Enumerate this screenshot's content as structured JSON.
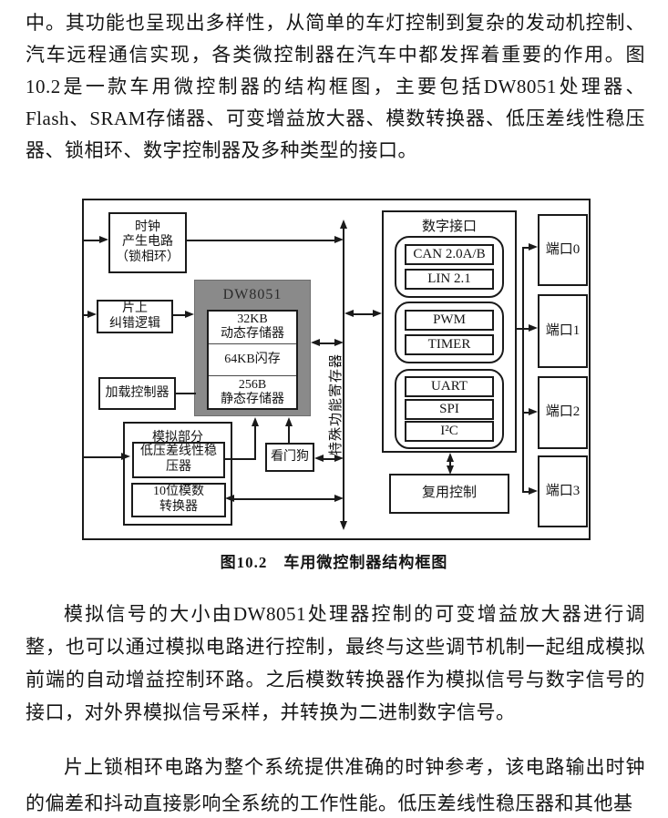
{
  "page": {
    "paragraph1": "中。其功能也呈现出多样性，从简单的车灯控制到复杂的发动机控制、汽车远程通信实现，各类微控制器在汽车中都发挥着重要的作用。图10.2是一款车用微控制器的结构框图，主要包括DW8051处理器、Flash、SRAM存储器、可变增益放大器、模数转换器、低压差线性稳压器、锁相环、数字控制器及多种类型的接口。",
    "caption": "图10.2　车用微控制器结构框图",
    "paragraph2": "模拟信号的大小由DW8051处理器控制的可变增益放大器进行调整，也可以通过模拟电路进行控制，最终与这些调节机制一起组成模拟前端的自动增益控制环路。之后模数转换器作为模拟信号与数字信号的接口，对外界模拟信号采样，并转换为二进制数字信号。",
    "paragraph3": "片上锁相环电路为整个系统提供准确的时钟参考，该电路输出时钟的偏差和抖动直接影响全系统的工作性能。低压差线性稳压器和其他基"
  },
  "diagram": {
    "clock": "时钟\n产生电路\n（锁相环）",
    "ecc": "片上\n纠错逻辑",
    "loader": "加载控制器",
    "cpu_label": "DW8051",
    "mem1": "32KB\n动态存储器",
    "mem2": "64KB闪存",
    "mem3": "256B\n静态存储器",
    "analog_label": "模拟部分",
    "ldo": "低压差线性稳\n压器",
    "adc": "10位模数\n转换器",
    "watchdog": "看门狗",
    "sfr": "特殊功能寄存器",
    "digital_label": "数字接口",
    "can": "CAN 2.0A/B",
    "lin": "LIN 2.1",
    "pwm": "PWM",
    "timer": "TIMER",
    "uart": "UART",
    "spi": "SPI",
    "i2c": "I²C",
    "mux": "复用控制",
    "port0": "端口0",
    "port1": "端口1",
    "port2": "端口2",
    "port3": "端口3",
    "colors": {
      "cpu_fill": "#8a8a8a",
      "line": "#1a1a1a"
    }
  }
}
